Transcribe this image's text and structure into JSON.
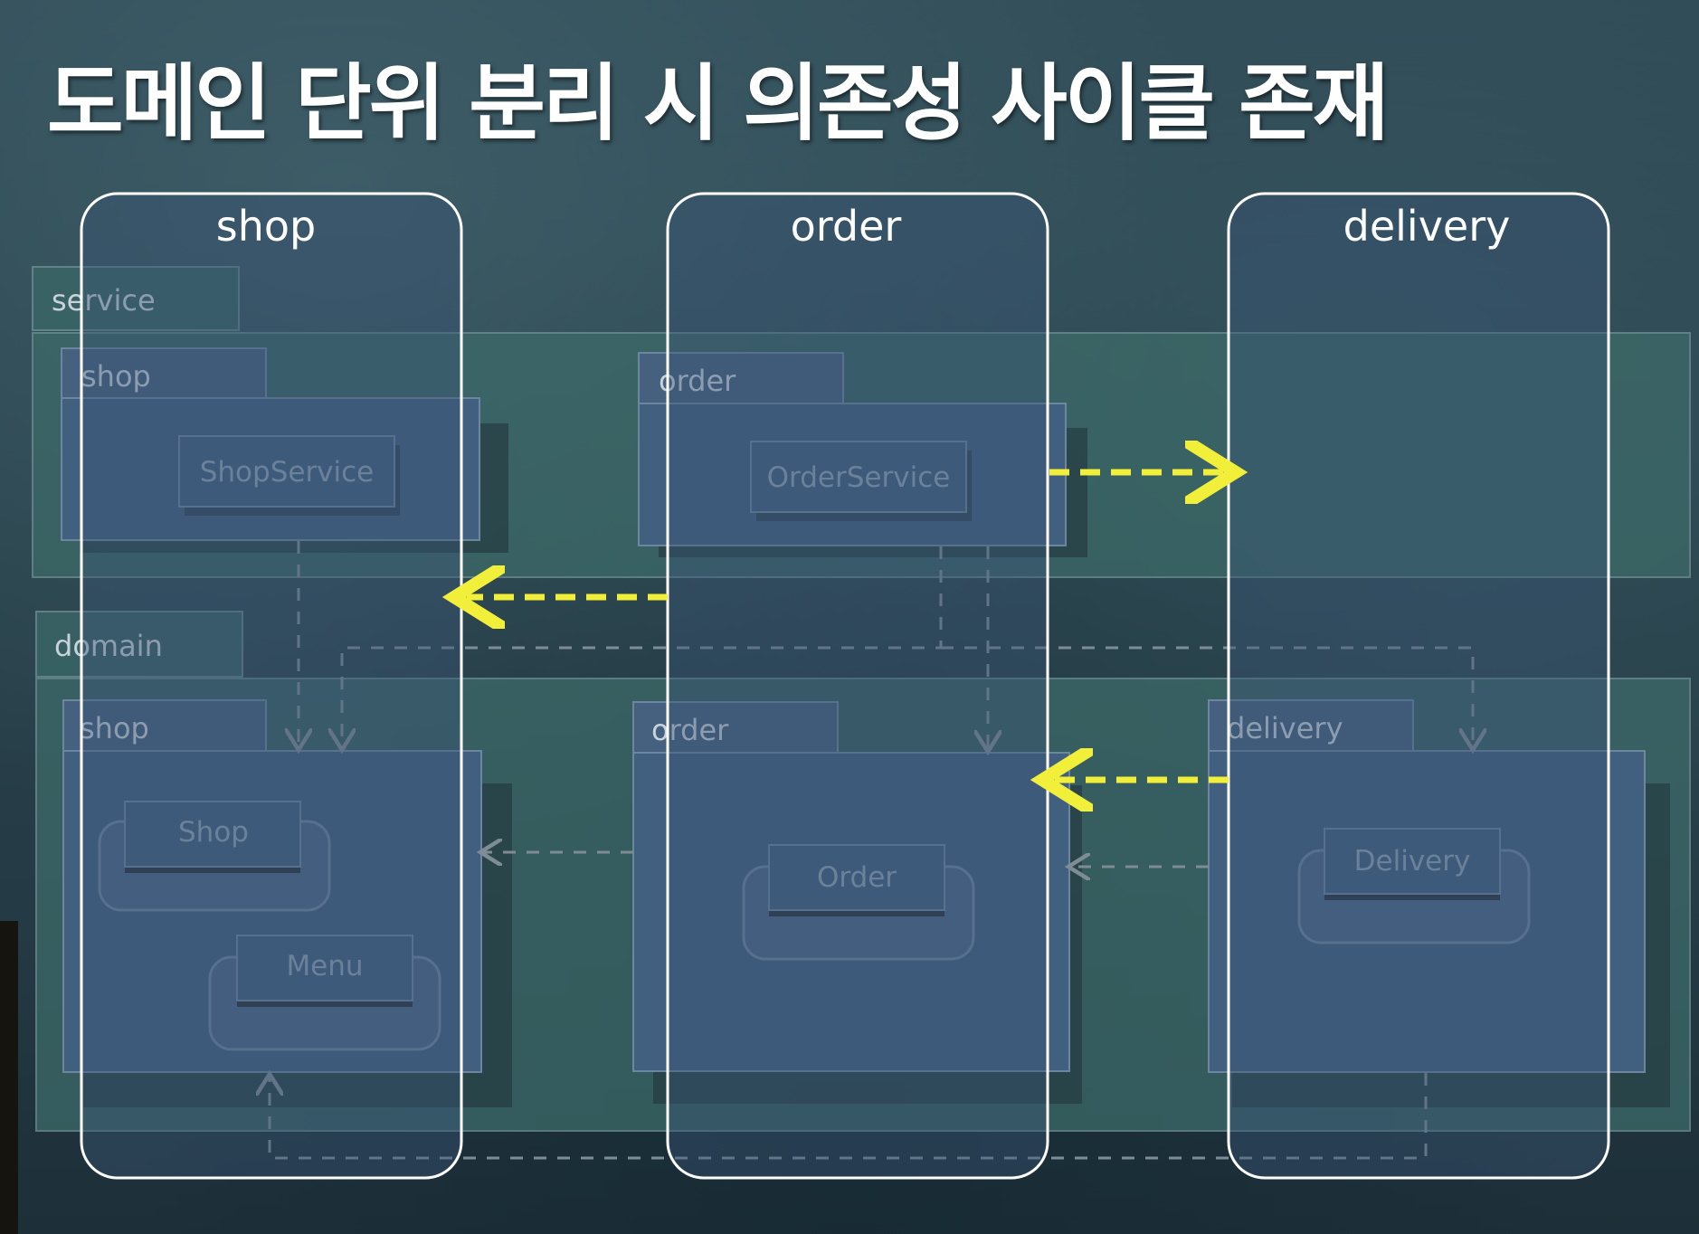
{
  "title": "도메인 단위 분리 시 의존성 사이클 존재",
  "columns": [
    {
      "label": "shop"
    },
    {
      "label": "order"
    },
    {
      "label": "delivery"
    }
  ],
  "layers": {
    "service": {
      "label": "service",
      "packages": [
        {
          "label": "shop",
          "classes": [
            "ShopService"
          ]
        },
        {
          "label": "order",
          "classes": [
            "OrderService"
          ]
        }
      ]
    },
    "domain": {
      "label": "domain",
      "packages": [
        {
          "label": "shop",
          "classes": [
            "Shop",
            "Menu"
          ]
        },
        {
          "label": "order",
          "classes": [
            "Order"
          ]
        },
        {
          "label": "delivery",
          "classes": [
            "Delivery"
          ]
        }
      ]
    }
  },
  "colors": {
    "highlight_arrow": "#f2ef3a",
    "column_outline": "#ffffff",
    "package_fill": "#41607f",
    "layer_fill": "#3e6a6a"
  }
}
